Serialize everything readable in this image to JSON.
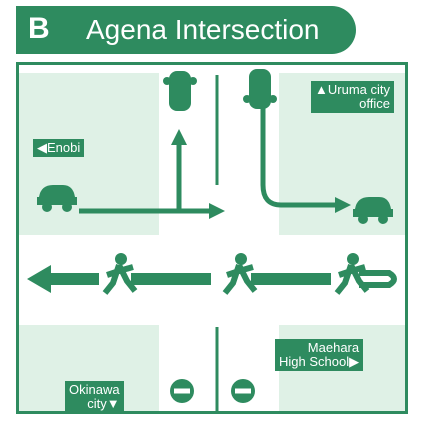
{
  "header": {
    "badge": "B",
    "title": "Agena Intersection"
  },
  "signs": {
    "uruma": [
      "▲Uruma city",
      "office"
    ],
    "enobi": "◀Enobi",
    "maehara": [
      "Maehara",
      "High School▶"
    ],
    "okinawa": [
      "Okinawa",
      "city▼"
    ]
  },
  "colors": {
    "green": "#2e8b5f",
    "light_green": "#dff1e6",
    "road": "#ffffff"
  },
  "icons": [
    "car-icon",
    "pedestrian-icon",
    "no-entry-icon",
    "arrow-icon"
  ]
}
